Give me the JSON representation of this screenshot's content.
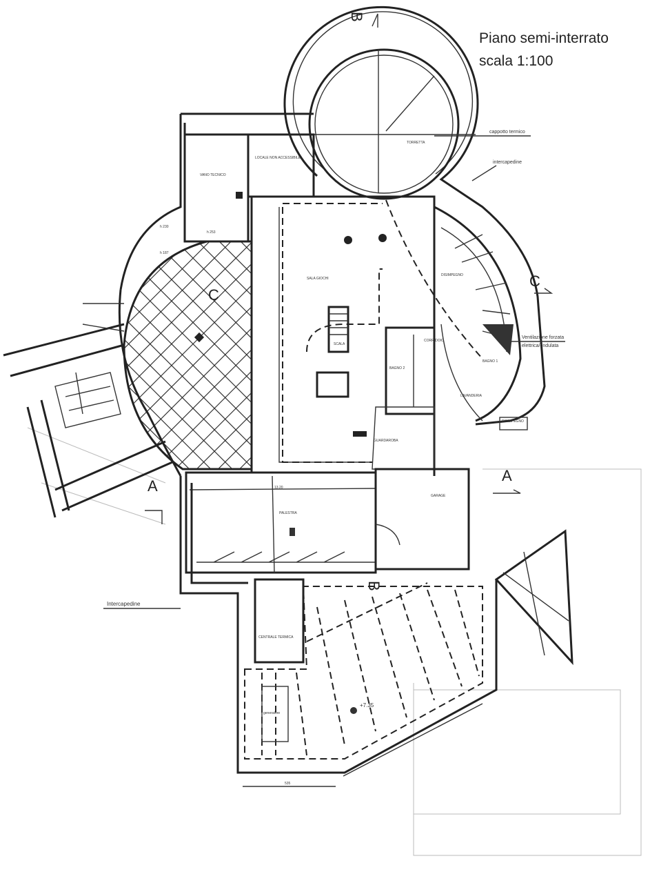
{
  "title": {
    "line1": "Piano semi-interrato",
    "line2": "scala 1:100"
  },
  "rooms": {
    "tower": "TORRETTA",
    "not_accessible": "LOCALE NON ACCESSIBILE",
    "technical": "VANO TECNICO",
    "game_room": "SALA GIOCHI",
    "stair": "SCALA",
    "hallway": "DISIMPEGNO",
    "corridor": "CORRIDOIO",
    "bath2": "BAGNO 2",
    "bath1": "BAGNO 1",
    "laundry": "LAVANDERIA",
    "storage": "GUARDAROBA",
    "gym": "PALESTRA",
    "garage": "GARAGE",
    "boiler": "CENTRALE TERMICA",
    "generator": "generatore",
    "hallway2": "DISIMPEGNO"
  },
  "annotations": {
    "thermal_coat": "cappotto termico",
    "cavity_right": "intercapedine",
    "cavity_left": "Intercapedine",
    "ventilation_1": "Ventilazione forzata",
    "ventilation_2": "elettrica/ondulata",
    "elevation": "+7.35",
    "height_253": "h 253",
    "height_230": "h 230",
    "height_187": "h 187",
    "dim_535": "535",
    "dim_1320": "13.20"
  },
  "sections": {
    "a_left": "A",
    "a_right": "A",
    "b_top": "B",
    "b_bottom": "B",
    "c_left": "C",
    "c_right": "C"
  }
}
